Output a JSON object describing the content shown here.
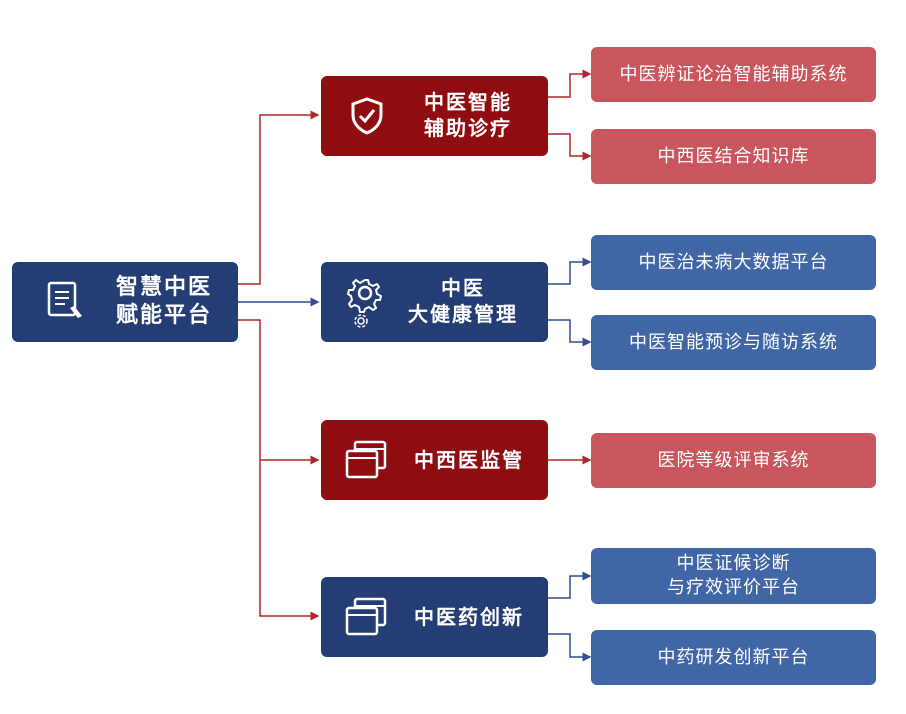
{
  "root": {
    "line1": "智慧中医",
    "line2": "赋能平台",
    "icon": "clipboard-pen-icon"
  },
  "categories": [
    {
      "line1": "中医智能",
      "line2": "辅助诊疗",
      "icon": "shield-check-icon",
      "color": "#8f0d10",
      "items": [
        "中医辨证论治智能辅助系统",
        "中西医结合知识库"
      ]
    },
    {
      "line1": "中医",
      "line2": "大健康管理",
      "icon": "gears-icon",
      "color": "#243d74",
      "items": [
        "中医治未病大数据平台",
        "中医智能预诊与随访系统"
      ]
    },
    {
      "line1": "中西医监管",
      "line2": "",
      "icon": "windows-icon",
      "color": "#8f0d10",
      "items": [
        "医院等级评审系统"
      ]
    },
    {
      "line1": "中医药创新",
      "line2": "",
      "icon": "windows-icon",
      "color": "#243d74",
      "items": [
        "中医证候诊断\n与疗效评价平台",
        "中药研发创新平台"
      ]
    }
  ],
  "colors": {
    "red_dark": "#8f0d10",
    "red_light": "#c9565c",
    "navy": "#243d74",
    "blue_light": "#4166a6"
  }
}
